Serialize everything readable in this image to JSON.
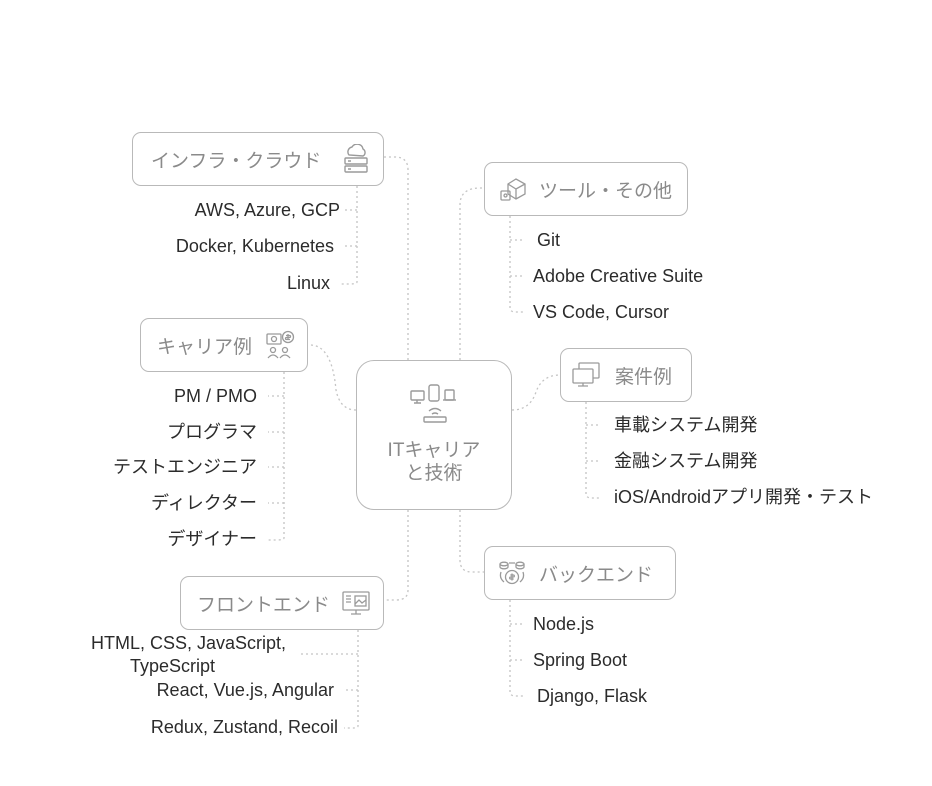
{
  "center": {
    "line1": "ITキャリア",
    "line2": "と技術",
    "icon": "devices-network-icon"
  },
  "branches": {
    "infra": {
      "label": "インフラ・クラウド",
      "icon": "cloud-server-icon",
      "items": [
        "AWS, Azure, GCP",
        "Docker, Kubernetes",
        "Linux"
      ]
    },
    "career": {
      "label": "キャリア例",
      "icon": "people-money-icon",
      "items": [
        "PM / PMO",
        "プログラマ",
        "テストエンジニア",
        "ディレクター",
        "デザイナー"
      ]
    },
    "frontend": {
      "label": "フロントエンド",
      "icon": "monitor-image-icon",
      "items": [
        "HTML, CSS, JavaScript,",
        "TypeScript",
        "React, Vue.js, Angular",
        "Redux, Zustand, Recoil"
      ]
    },
    "tools": {
      "label": "ツール・その他",
      "icon": "boxes-icon",
      "items": [
        "Git",
        "Adobe Creative Suite",
        "VS Code, Cursor"
      ]
    },
    "cases": {
      "label": "案件例",
      "icon": "screens-icon",
      "items": [
        "車載システム開発",
        "金融システム開発",
        "iOS/Androidアプリ開発・テスト"
      ]
    },
    "backend": {
      "label": "バックエンド",
      "icon": "coins-cycle-icon",
      "items": [
        "Node.js",
        "Spring Boot",
        "Django, Flask"
      ]
    }
  }
}
